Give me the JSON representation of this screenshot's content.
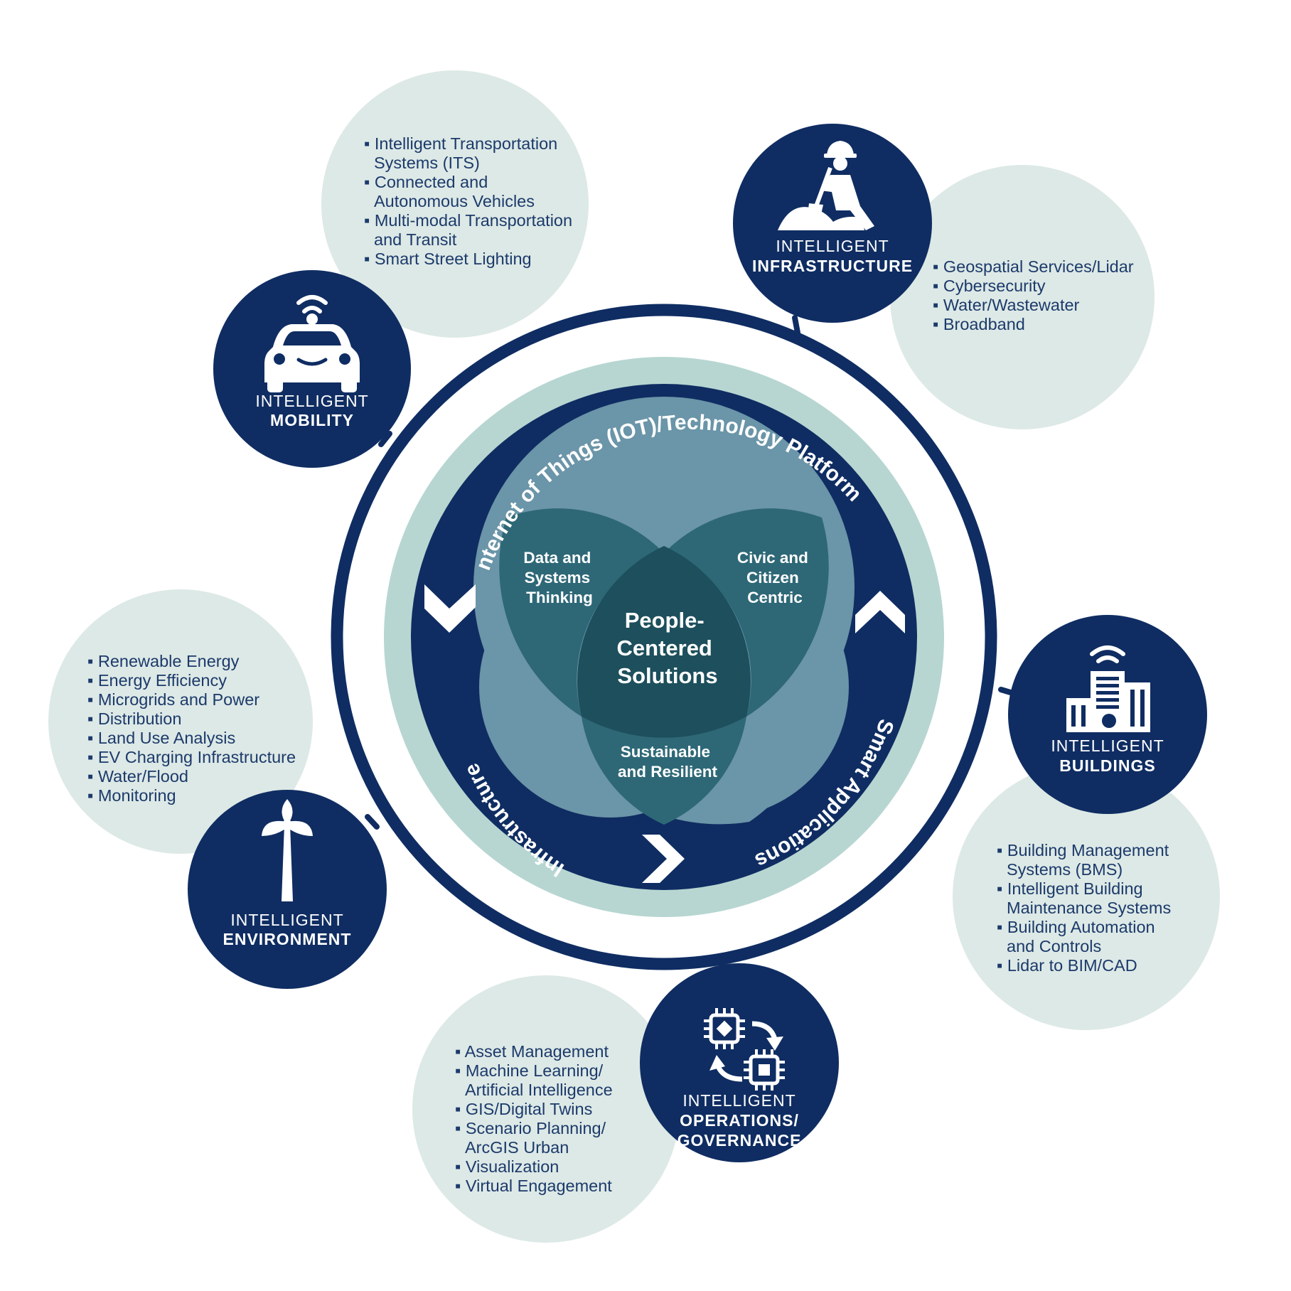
{
  "colors": {
    "navy": "#0f2d62",
    "bubble": "#dde9e6",
    "mint_ring": "#b7d6d1",
    "venn_light": "#6b95a8",
    "venn_mid": "#2e6877",
    "venn_dark": "#1d4f5c",
    "bullet_text": "#1c3a6b"
  },
  "center": {
    "ring_top_label": "Internet of Things (IOT)/Technology Platform",
    "ring_right_label": "Smart Applications",
    "ring_left_label": "Infrastructure",
    "venn_left": [
      "Data and",
      "Systems",
      "Thinking"
    ],
    "venn_right": [
      "Civic and",
      "Citizen",
      "Centric"
    ],
    "venn_bottom": [
      "Sustainable",
      "and Resilient"
    ],
    "venn_center": [
      "People-",
      "Centered",
      "Solutions"
    ]
  },
  "hubs": {
    "mobility": {
      "line1": "INTELLIGENT",
      "line2": "MOBILITY",
      "icon": "autonomous-car-icon"
    },
    "infrastructure": {
      "line1": "INTELLIGENT",
      "line2": "INFRASTRUCTURE",
      "icon": "construction-worker-icon"
    },
    "buildings": {
      "line1": "INTELLIGENT",
      "line2": "BUILDINGS",
      "icon": "smart-building-icon"
    },
    "environment": {
      "line1": "INTELLIGENT",
      "line2": "ENVIRONMENT",
      "icon": "wind-turbine-icon"
    },
    "operations": {
      "line1": "INTELLIGENT",
      "line2": "OPERATIONS/",
      "line3": "GOVERNANCE",
      "icon": "processor-cycle-icon"
    }
  },
  "bubbles": {
    "mobility": [
      "▪ Intelligent Transportation",
      "Systems (ITS)",
      "▪ Connected and",
      "Autonomous Vehicles",
      "▪ Multi-modal Transportation",
      "and Transit",
      "▪ Smart Street Lighting"
    ],
    "infrastructure": [
      "▪ Geospatial Services/Lidar",
      "▪ Cybersecurity",
      "▪ Water/Wastewater",
      "▪ Broadband"
    ],
    "environment": [
      "▪ Renewable Energy",
      "▪ Energy Efficiency",
      "▪ Microgrids and Power",
      "▪ Distribution",
      "▪ Land Use Analysis",
      "▪ EV Charging Infrastructure",
      "▪ Water/Flood",
      "▪ Monitoring"
    ],
    "buildings": [
      "▪ Building Management",
      "Systems (BMS)",
      "▪ Intelligent Building",
      "Maintenance Systems",
      "▪ Building Automation",
      "and Controls",
      "▪ Lidar to BIM/CAD"
    ],
    "operations": [
      "▪ Asset Management",
      "▪ Machine Learning/",
      "Artificial Intelligence",
      "▪ GIS/Digital Twins",
      "▪ Scenario Planning/",
      "ArcGIS Urban",
      "▪ Visualization",
      "▪ Virtual Engagement"
    ]
  }
}
